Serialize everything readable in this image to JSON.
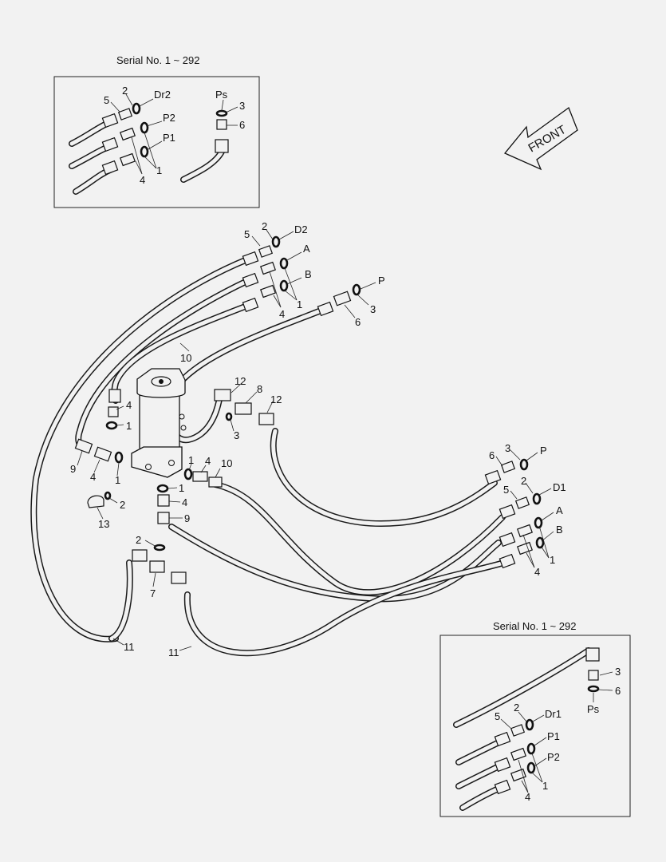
{
  "insets": {
    "top_title": "Serial No. 1 ~ 292",
    "bottom_title": "Serial No. 1 ~ 292"
  },
  "front_arrow": {
    "text": "FRONT"
  },
  "labels": {
    "t_5": "5",
    "t_2": "2",
    "t_dr2": "Dr2",
    "t_p2": "P2",
    "t_p1": "P1",
    "t_1": "1",
    "t_4": "4",
    "t_ps": "Ps",
    "t_3": "3",
    "t_6": "6",
    "m_5": "5",
    "m_2": "2",
    "m_d2": "D2",
    "m_a": "A",
    "m_b": "B",
    "m_1": "1",
    "m_4": "4",
    "m_p": "P",
    "m_3": "3",
    "m_6": "6",
    "m_10": "10",
    "c_12a": "12",
    "c_8": "8",
    "c_12b": "12",
    "c_3": "3",
    "c_4": "4",
    "c_1": "1",
    "c_9": "9",
    "c_4b": "4",
    "c_1b": "1",
    "c_2": "2",
    "c_13": "13",
    "c_1c": "1",
    "c_4c": "4",
    "c_10": "10",
    "c_1d": "1",
    "c_4d": "4",
    "c_9b": "9",
    "c_2b": "2",
    "c_7": "7",
    "c_11a": "11",
    "c_11b": "11",
    "r_6": "6",
    "r_3": "3",
    "r_p": "P",
    "r_5": "5",
    "r_2": "2",
    "r_d1": "D1",
    "r_a": "A",
    "r_b": "B",
    "r_1": "1",
    "r_4": "4",
    "b_3": "3",
    "b_6": "6",
    "b_ps": "Ps",
    "b_5": "5",
    "b_2": "2",
    "b_dr1": "Dr1",
    "b_p1": "P1",
    "b_p2": "P2",
    "b_1": "1",
    "b_4": "4"
  }
}
